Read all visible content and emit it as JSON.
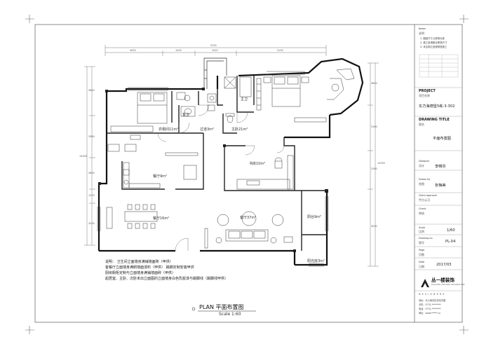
{
  "title_block": {
    "notes_label": "Notes",
    "notes_cn": "说明",
    "notes_lines": [
      "1. 图纸尺寸以现场为准",
      "2. 施工前请核对现场尺寸",
      "3. 未注明之处按规范施工"
    ],
    "project_label": "PROJECT",
    "project_cn": "项目名称",
    "project_value": "东方海德堡5栋-3-302",
    "drawing_title_label": "DRAWING TITLE",
    "drawing_title_cn": "图名",
    "drawing_title_value": "平面布置图",
    "designer_label": "Designer",
    "designer_cn": "设计",
    "designer_value": "李畅芬",
    "drawn_by_label": "Drawn by",
    "drawn_by_cn": "绘图",
    "drawn_by_value": "张梅美",
    "client_label": "Client approval",
    "client_cn": "甲方认可",
    "check_label": "Check",
    "check_cn": "审核",
    "scale_label": "Scale",
    "scale_cn": "比例",
    "scale_value": "1/60",
    "drawing_no_label": "Drawing no.",
    "drawing_no_cn": "图号",
    "drawing_no_value": "PL-04",
    "page_label": "Page",
    "page_cn": "页数",
    "date_label": "Date",
    "date_cn": "日期",
    "date_value": "2017/03",
    "company_name": "丛一楼装饰",
    "company_en": "DAGONG DESIGN DECORATION",
    "designers_band": "D E S I G N E R S",
    "address_lines": [
      "地址：长沙雨花区劳动东路",
      "手机：0731-********",
      "电话：0731-********",
      "网址：www.*****.cn"
    ]
  },
  "rooms": {
    "master": "主卧",
    "master_bath": "主卫",
    "cloakroom": "衣帽间",
    "cloakroom_area": "衣帽间11m²",
    "corridor": "过道3m²",
    "master_area": "主卧21m²",
    "second_bath": "客卫",
    "study": "书房10m²",
    "dining_kitchen": "餐厅9m²",
    "dining": "餐厅16m²",
    "living": "客厅37m²",
    "balcony": "阳台9m²",
    "sun_room": "阳光房3m²"
  },
  "dims": {
    "total_top": "9700",
    "top_segments": [
      "4050",
      "1500",
      "1020",
      "3130"
    ],
    "left_total": "14300",
    "left_segments": [
      "3650",
      "3380",
      "2800",
      "1270",
      "3200"
    ],
    "right_total": "12050",
    "right_segments": [
      "3600",
      "3160",
      "2260",
      "3030"
    ]
  },
  "notes": {
    "lines": [
      "说明：  卫生间立面墙身满铺墙面砖（甲供）",
      "       客餐厅立面墙身满刷墙面漆料（甲供）    踢脚定制安装甲供",
      "       厨房橱柜定制与立面墙身满铺墙面砖（甲供）",
      "       起居室、主卧、次卧未出立面图的立面墙身白色乳胶漆与踢脚线（踢脚线甲供）"
    ]
  },
  "plan_title": "PLAN  平面布置图",
  "plan_scale": "Scale 1:60"
}
